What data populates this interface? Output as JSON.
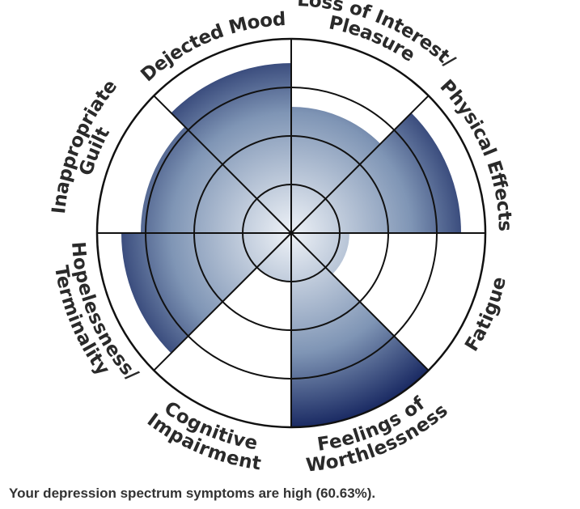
{
  "chart_data": {
    "type": "polar-area",
    "title": "",
    "scale_max": 4,
    "categories": [
      "Loss of Interest/ Pleasure",
      "Physical Effects",
      "Fatigue",
      "Feelings of Worthlessness",
      "Cognitive Impairment",
      "Hopelessness/ Terminality",
      "Inappropriate Guilt",
      "Dejected Mood"
    ],
    "category_label_lines": [
      [
        "Loss of Interest/",
        "Pleasure"
      ],
      [
        "Physical Effects"
      ],
      [
        "Fatigue"
      ],
      [
        "Feelings of",
        "Worthlessness"
      ],
      [
        "Cognitive",
        "Impairment"
      ],
      [
        "Hopelessness/",
        "Terminality"
      ],
      [
        "Inappropriate",
        "Guilt"
      ],
      [
        "Dejected Mood"
      ]
    ],
    "values": [
      2.6,
      3.5,
      1.2,
      4.0,
      1.0,
      3.5,
      3.1,
      3.5
    ],
    "colors": {
      "fill_light": "#eef2f7",
      "fill_mid": "#7f95b5",
      "fill_dark": "#1a2a63",
      "grid": "#111111"
    }
  },
  "summary": "Your depression spectrum symptoms are high (60.63%)."
}
